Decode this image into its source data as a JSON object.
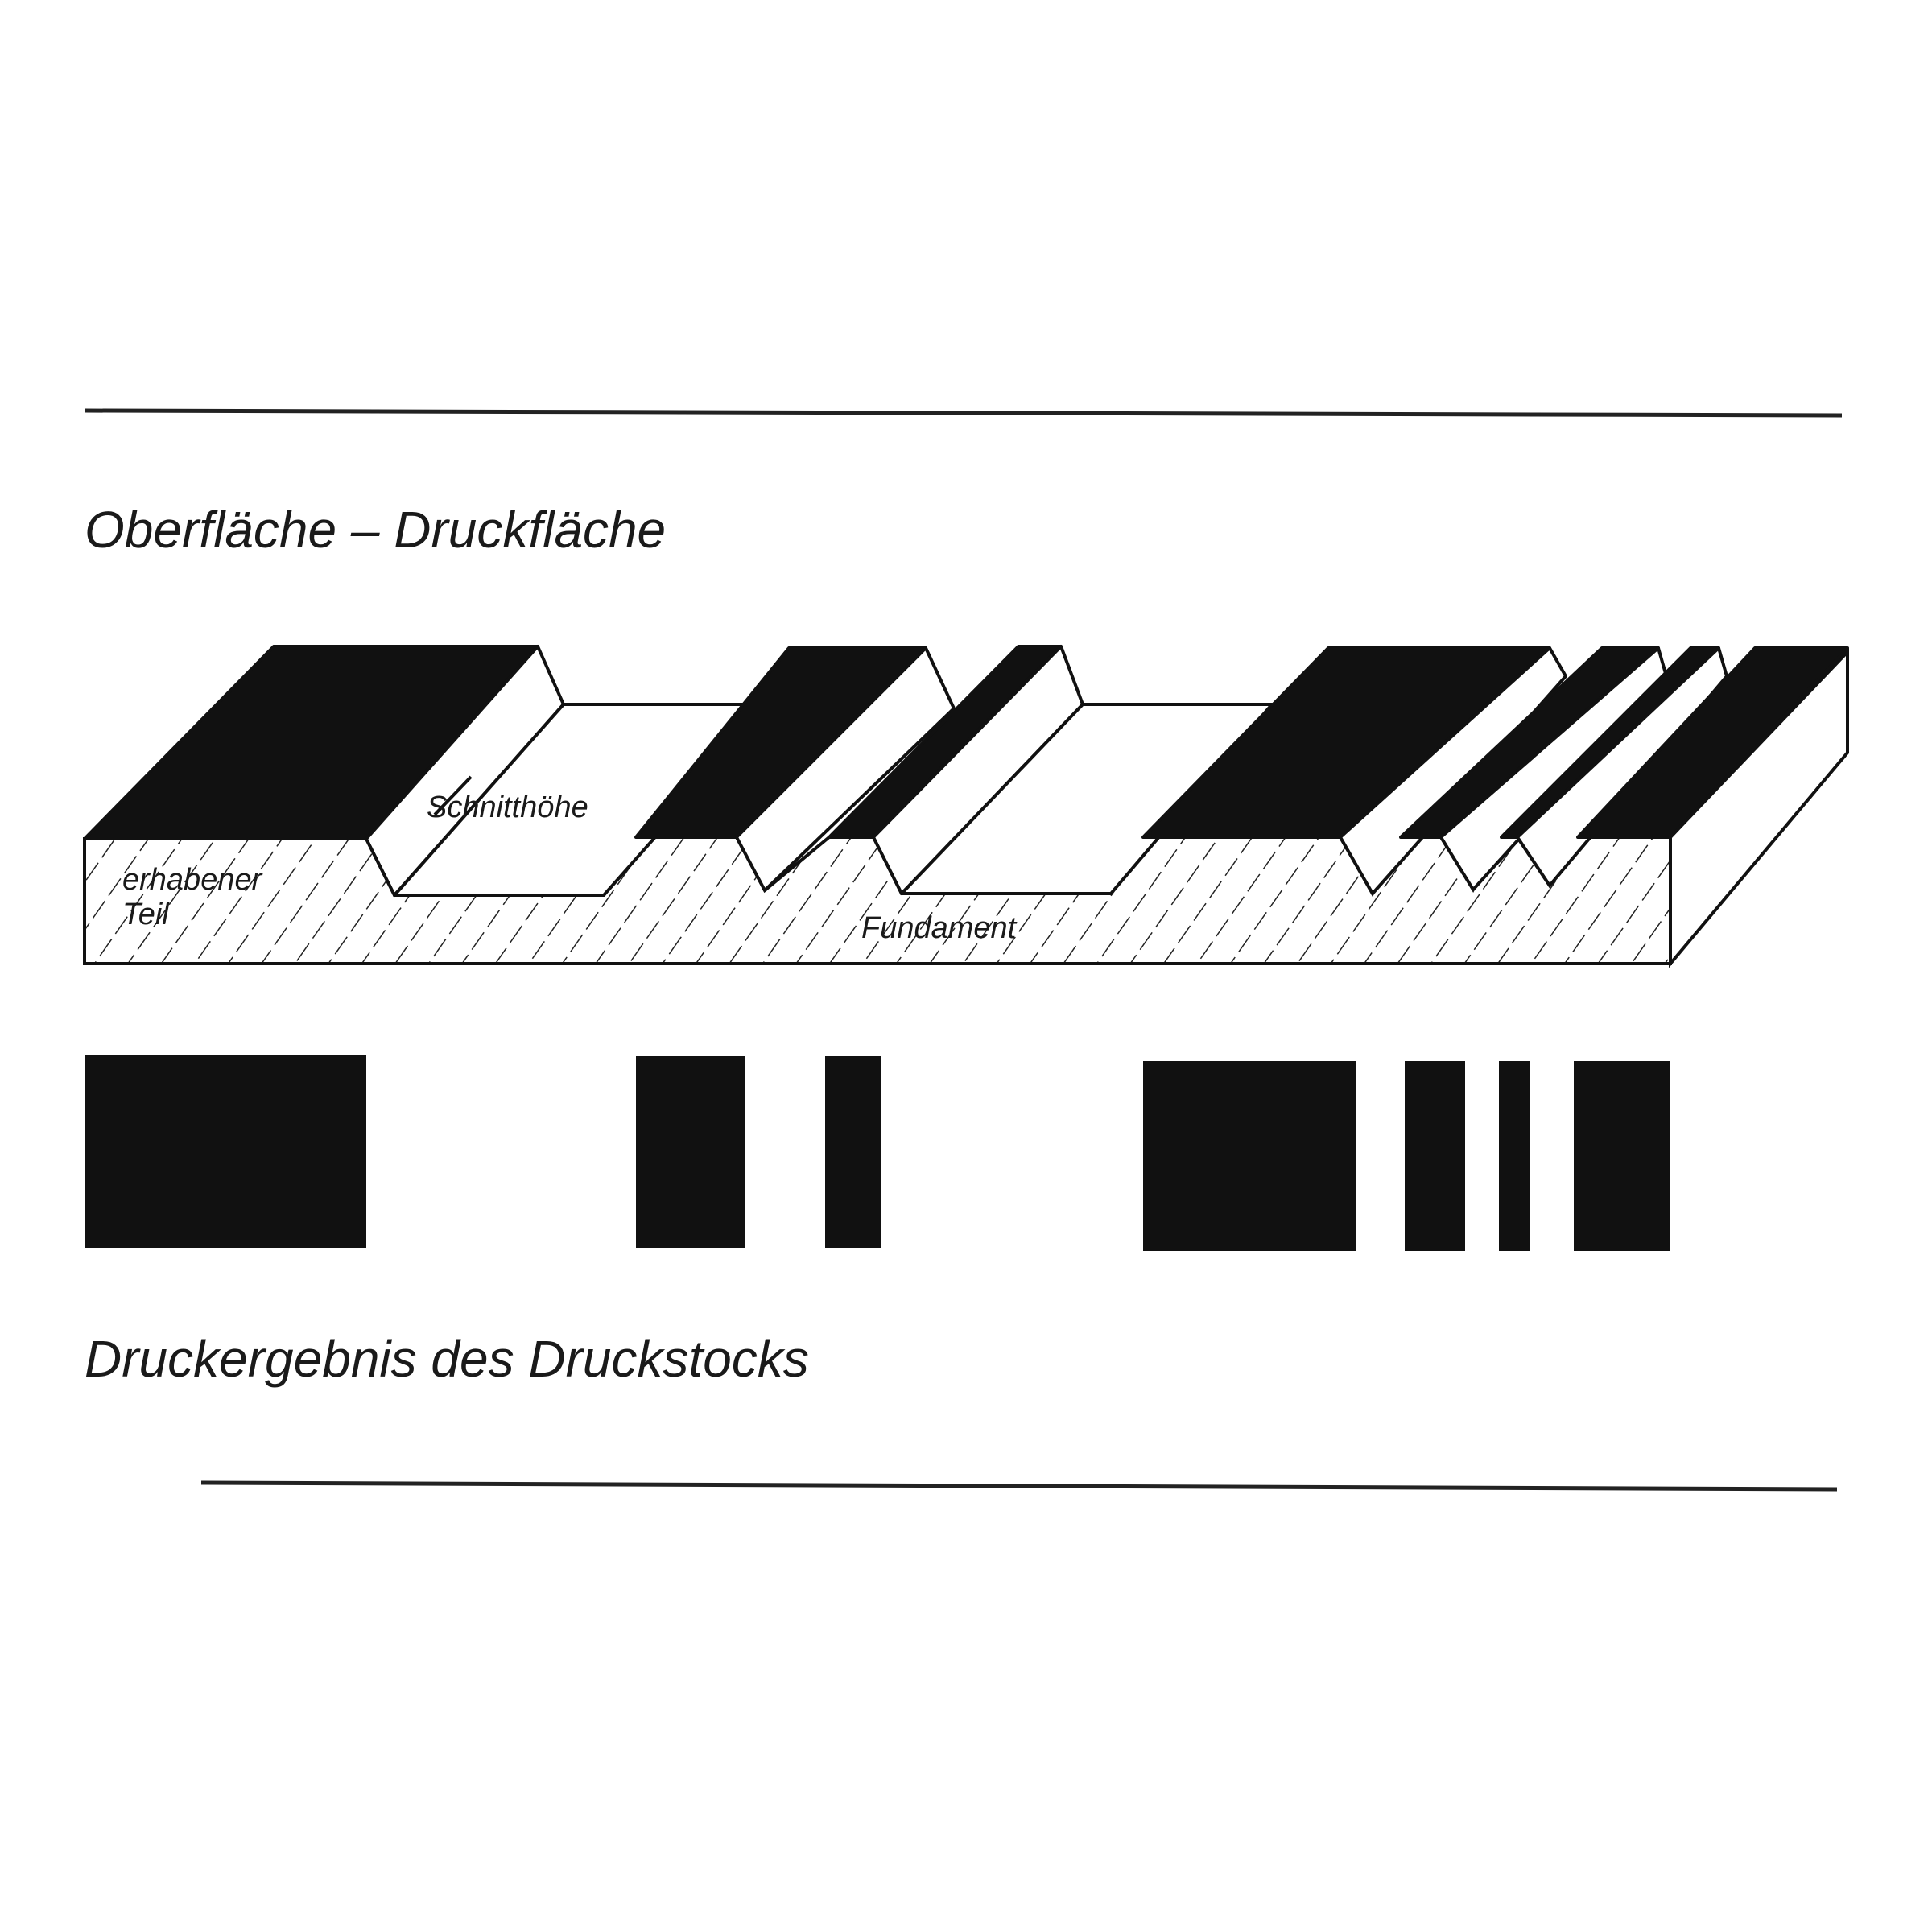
{
  "heading": "Oberfläche – Druckfläche",
  "labels": {
    "schnitthoehe": "Schnitthöhe",
    "erhabener_line1": "erhabener",
    "erhabener_line2": "Teil",
    "fundament": "Fundament"
  },
  "footer_caption": "Druckergebnis des Druckstocks",
  "colors": {
    "ink": "#111111",
    "paper": "#ffffff"
  }
}
